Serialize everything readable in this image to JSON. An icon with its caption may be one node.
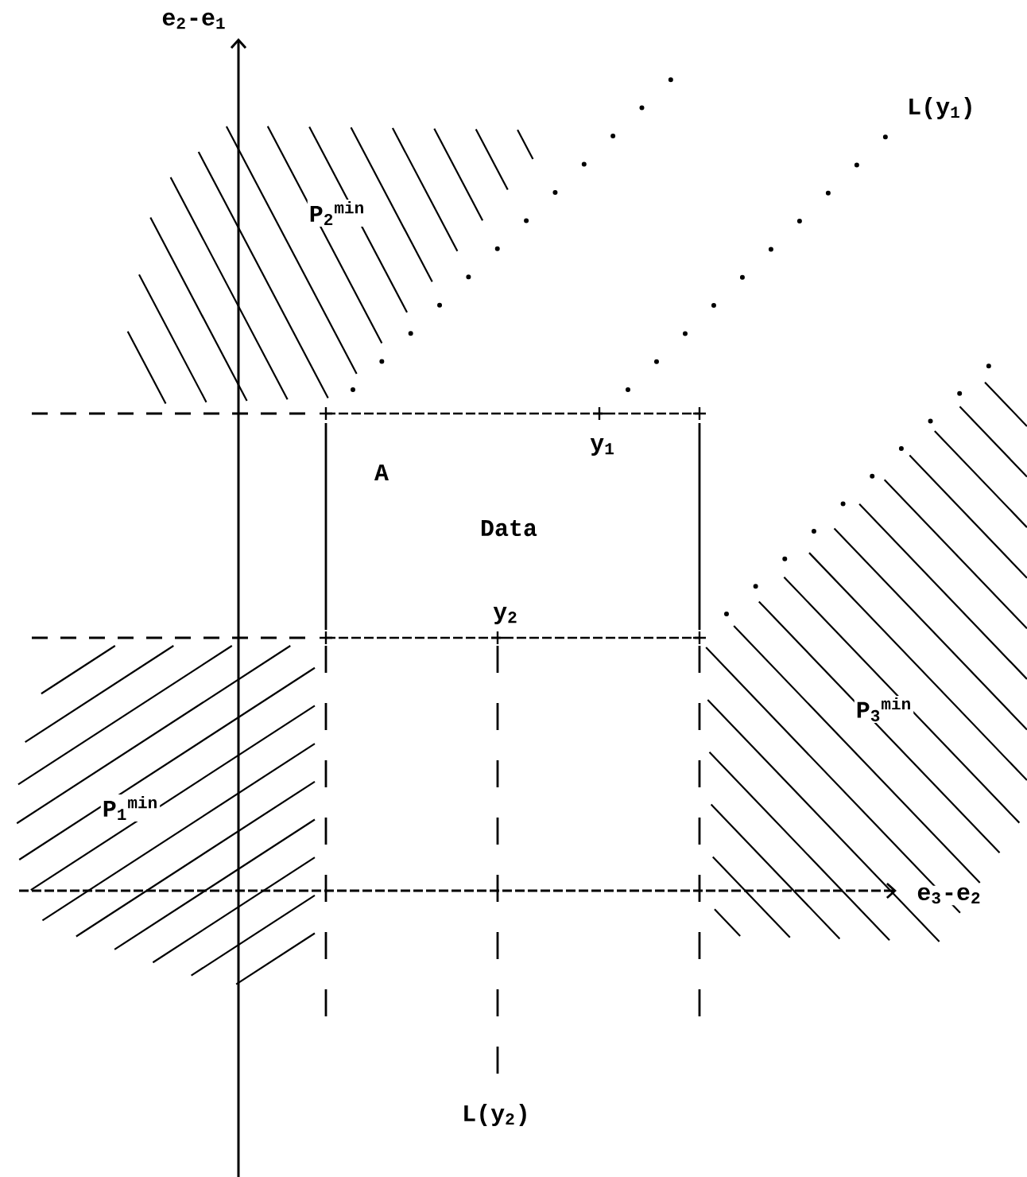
{
  "diagram": {
    "labels": [
      "e$_{2}$-e$_{1}$",
      "L(y$_{1}$)",
      "P$_{2}$$^{min}$",
      "y$_{1}$",
      "A",
      "Data",
      "y$_{2}$",
      "P$_{3}$$^{min}$",
      "P$_{1}$$^{min}$",
      "e$_{3}$-e$_{2}$",
      "L(y$_{2}$)"
    ]
  }
}
